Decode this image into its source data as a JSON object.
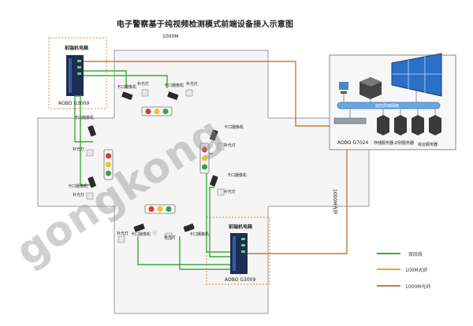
{
  "title": "电子警察基于纯视频检测模式前端设备接入示意图",
  "link_label": "1000M",
  "vertical_link_label": "1000M光纤",
  "cabinets": [
    {
      "label": "前端机电箱",
      "switch": "AOBO G3009"
    },
    {
      "label": "前端机电箱",
      "switch": "AOBO G3009"
    }
  ],
  "center_switch": "AOBO G7024",
  "center_bar": "监控局域网络",
  "servers": [
    "存储服务器",
    "识别服务器",
    "综合服务器"
  ],
  "device_labels": {
    "camera": "卡口摄像机",
    "flash": "补光灯"
  },
  "legend": [
    {
      "label": "双绞线",
      "color": "#3daa3d"
    },
    {
      "label": "100M光纤",
      "color": "#f0a020"
    },
    {
      "label": "1000M光纤",
      "color": "#c87a3a"
    }
  ],
  "watermark": "gongkong",
  "watermark_mark": "®"
}
